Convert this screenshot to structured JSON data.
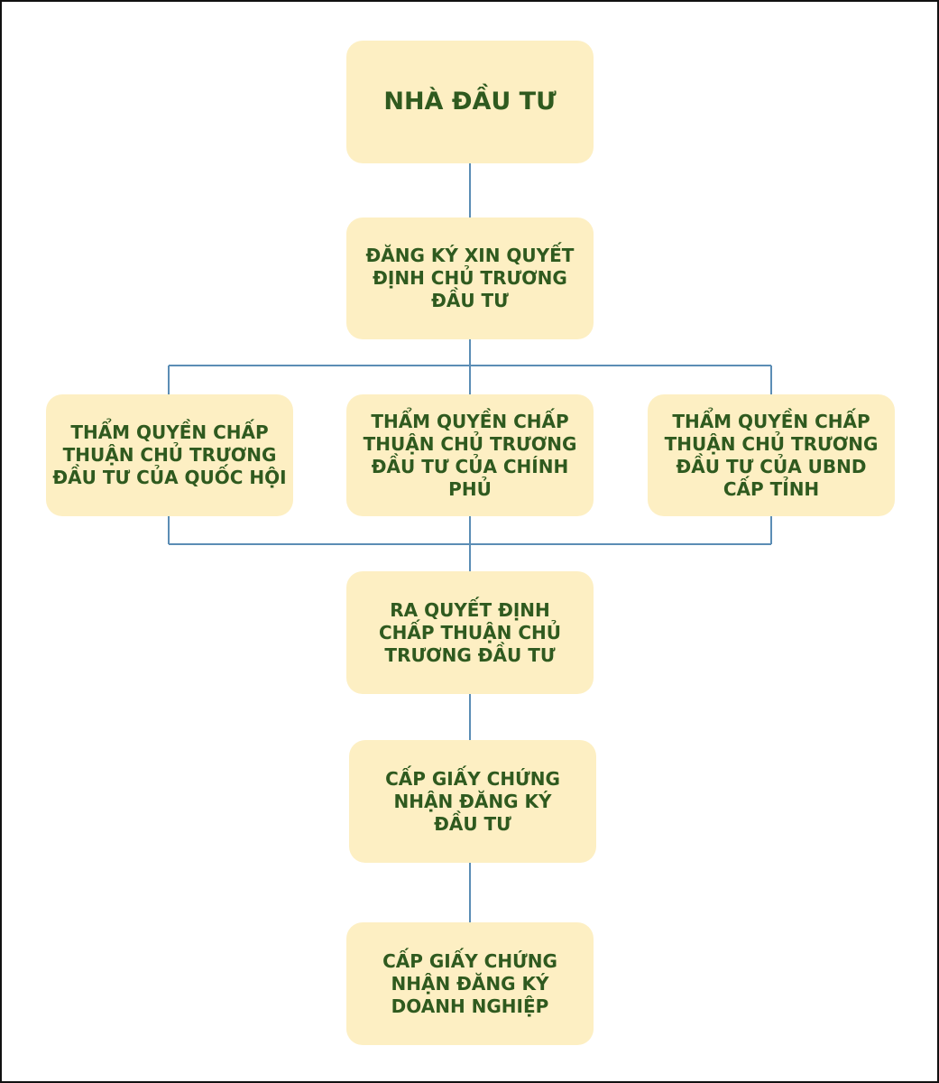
{
  "diagram": {
    "nodes": {
      "investor": "NHÀ ĐẦU TƯ",
      "register": "ĐĂNG KÝ XIN QUYẾT ĐỊNH CHỦ TRƯƠNG ĐẦU TƯ",
      "national_assembly": "THẨM QUYỀN CHẤP THUẬN CHỦ TRƯƠNG ĐẦU TƯ CỦA QUỐC HỘI",
      "government": "THẨM QUYỀN CHẤP THUẬN CHỦ TRƯƠNG ĐẦU TƯ CỦA CHÍNH PHỦ",
      "provincial": "THẨM QUYỀN CHẤP THUẬN CHỦ TRƯƠNG ĐẦU TƯ CỦA UBND CẤP TỈNH",
      "decision": "RA QUYẾT ĐỊNH CHẤP THUẬN CHỦ TRƯƠNG ĐẦU TƯ",
      "investment_certificate": "CẤP GIẤY CHỨNG NHẬN ĐĂNG KÝ ĐẦU TƯ",
      "business_certificate": "CẤP GIẤY CHỨNG NHẬN ĐĂNG KÝ DOANH NGHIỆP"
    },
    "colors": {
      "box_fill": "#fdefc3",
      "text": "#2f5a1f",
      "connector": "#5b8db5",
      "frame": "#111111"
    }
  }
}
